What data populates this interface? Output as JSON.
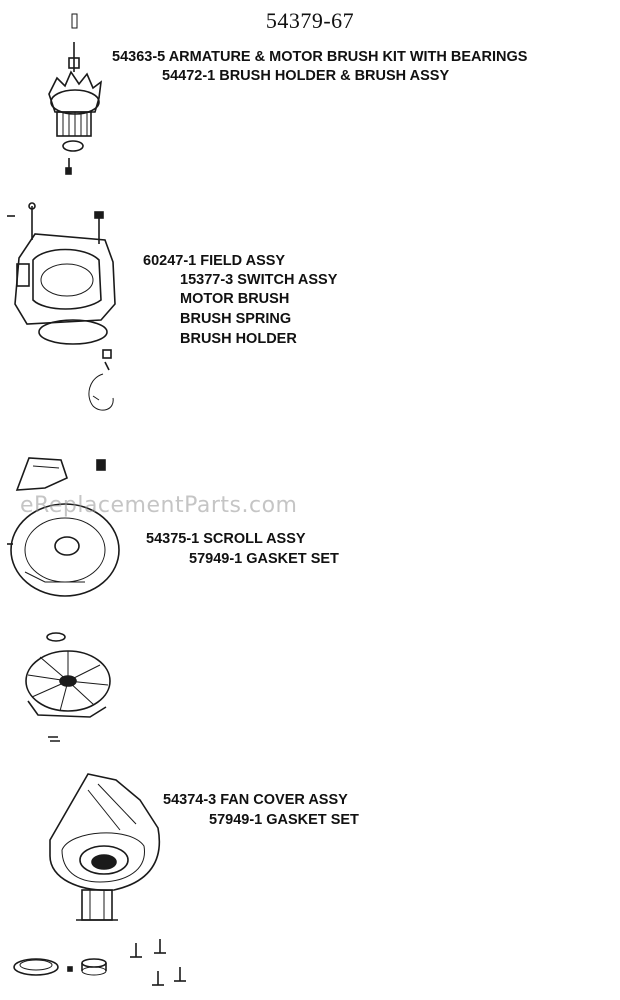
{
  "title": "54379-67",
  "watermark": "eReplacementParts.com",
  "groups": {
    "armature": {
      "line1": "54363-5 ARMATURE & MOTOR BRUSH KIT WITH BEARINGS",
      "line2": "54472-1 BRUSH HOLDER & BRUSH ASSY"
    },
    "field": {
      "line1": "60247-1 FIELD ASSY",
      "line2": "15377-3 SWITCH ASSY",
      "line3": "MOTOR BRUSH",
      "line4": "BRUSH SPRING",
      "line5": "BRUSH HOLDER"
    },
    "scroll": {
      "line1": "54375-1 SCROLL ASSY",
      "line2": "57949-1 GASKET SET"
    },
    "fan_cover": {
      "line1": "54374-3 FAN COVER ASSY",
      "line2": "57949-1 GASKET SET"
    }
  }
}
